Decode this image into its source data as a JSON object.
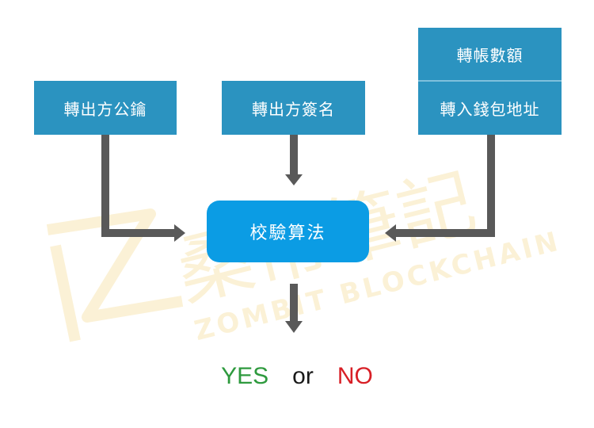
{
  "nodes": {
    "public_key": "轉出方公鑰",
    "signature": "轉出方簽名",
    "amount": "轉帳數額",
    "address": "轉入錢包地址",
    "verify": "校驗算法"
  },
  "result": {
    "yes": "YES",
    "or": "or",
    "no": "NO"
  },
  "watermark": {
    "chars": "桑幣筆記",
    "latin": "ZOMBIT BLOCKCHAIN"
  },
  "colors": {
    "box": "#2b93c0",
    "verify": "#0b9ce4",
    "arrow": "#595959",
    "yes": "#2e9a3e",
    "no": "#d81f26",
    "watermark": "#fbf1d6"
  }
}
